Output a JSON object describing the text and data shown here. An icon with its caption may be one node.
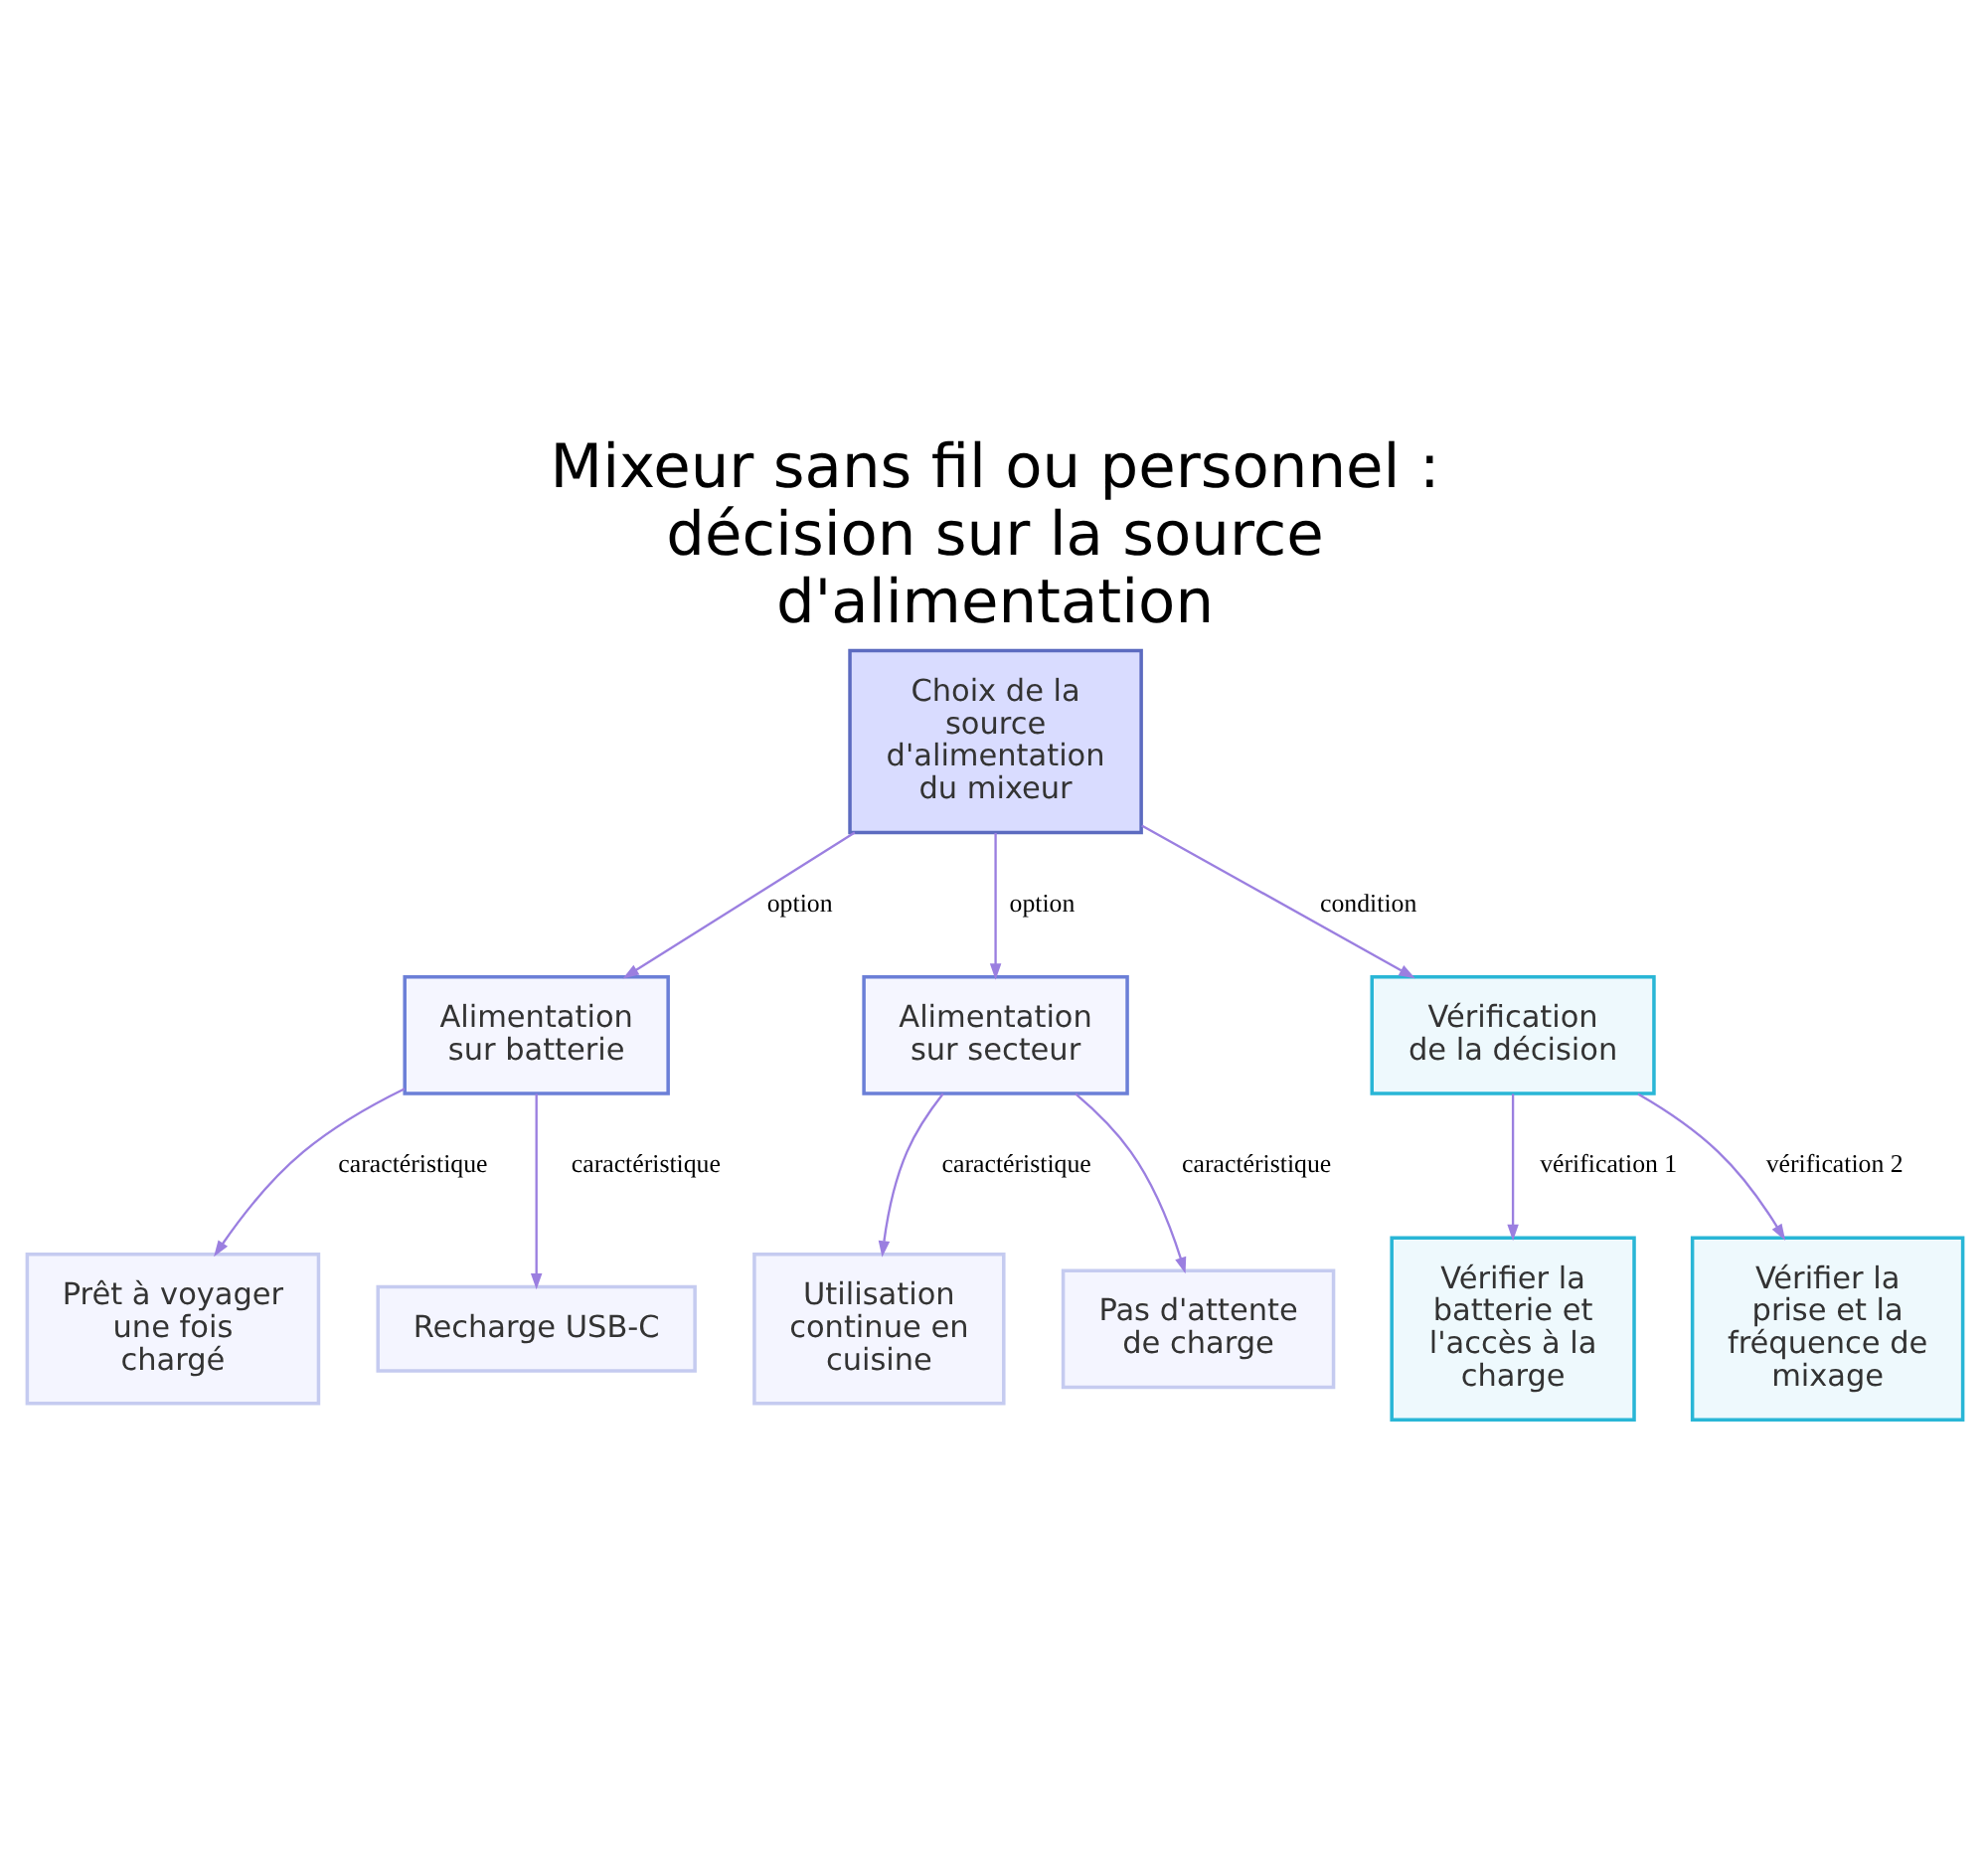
{
  "diagram": {
    "title": "Mixeur sans fil ou personnel : décision sur la source d'alimentation",
    "nodes": [
      {
        "text": [
          "Choix de la source d'alimentation du mixeur"
        ]
      },
      {
        "text": [
          "Alimentation sur batterie"
        ]
      },
      {
        "text": [
          "Alimentation sur secteur"
        ]
      },
      {
        "text": [
          "Vérification de la décision"
        ]
      },
      {
        "text": [
          "Prêt à voyager une fois chargé"
        ]
      },
      {
        "text": [
          "Recharge USB-C"
        ]
      },
      {
        "text": [
          "Utilisation continue en cuisine"
        ]
      },
      {
        "text": [
          "Pas d'attente de charge"
        ]
      },
      {
        "text": [
          "Vérifier la batterie et l'accès à la charge"
        ]
      },
      {
        "text": [
          "Vérifier la prise et la fréquence de mixage"
        ]
      }
    ],
    "edges": [
      {
        "from": 0,
        "to": 1,
        "arrow": "to",
        "label": "option"
      },
      {
        "from": 0,
        "to": 2,
        "arrow": "to",
        "label": "option"
      },
      {
        "from": 0,
        "to": 3,
        "arrow": "to",
        "label": "condition"
      },
      {
        "from": 1,
        "to": 4,
        "arrow": "to",
        "label": "caractéristique"
      },
      {
        "from": 1,
        "to": 5,
        "arrow": "to",
        "label": "caractéristique"
      },
      {
        "from": 2,
        "to": 6,
        "arrow": "to",
        "label": "caractéristique"
      },
      {
        "from": 2,
        "to": 7,
        "arrow": "to",
        "label": "caractéristique"
      },
      {
        "from": 3,
        "to": 8,
        "arrow": "to",
        "label": "vérification 1"
      },
      {
        "from": 3,
        "to": 9,
        "arrow": "to",
        "label": "vérification 2"
      }
    ]
  }
}
